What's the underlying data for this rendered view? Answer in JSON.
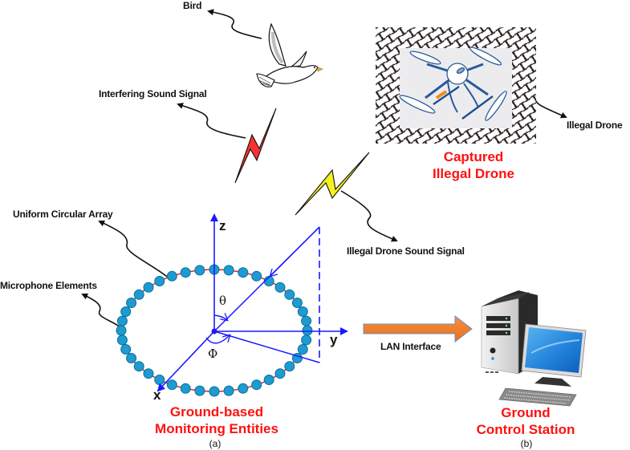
{
  "labels": {
    "bird": "Bird",
    "interfering_sound_signal": "Interfering Sound Signal",
    "uniform_circular_array": "Uniform Circular Array",
    "microphone_elements": "Microphone Elements",
    "illegal_drone_sound_signal": "Illegal Drone Sound Signal",
    "illegal_drone": "Illegal Drone",
    "lan_interface": "LAN Interface"
  },
  "titles": {
    "captured_line1": "Captured",
    "captured_line2": "Illegal Drone",
    "ground_based_line1": "Ground-based",
    "ground_based_line2": "Monitoring Entities",
    "ground_control_line1": "Ground",
    "ground_control_line2": "Control Station"
  },
  "subfigures": {
    "a": "(a)",
    "b": "(b)"
  },
  "axes": {
    "x": "x",
    "y": "y",
    "z": "z",
    "theta": "θ",
    "phi": "Φ"
  },
  "array": {
    "microphone_count": 40,
    "geometry": "uniform circular"
  },
  "colors": {
    "title_red": "#ff1010",
    "axis_blue": "#1a1aff",
    "array_ring_red": "#e8201a",
    "mic_fill": "#1e9bd0",
    "mic_stroke": "#0b6f9a",
    "interfering_bolt": "#f53232",
    "drone_bolt": "#f5f020",
    "lan_arrow": "#f07d2a",
    "lan_arrow_outline": "#6a8fc0"
  }
}
